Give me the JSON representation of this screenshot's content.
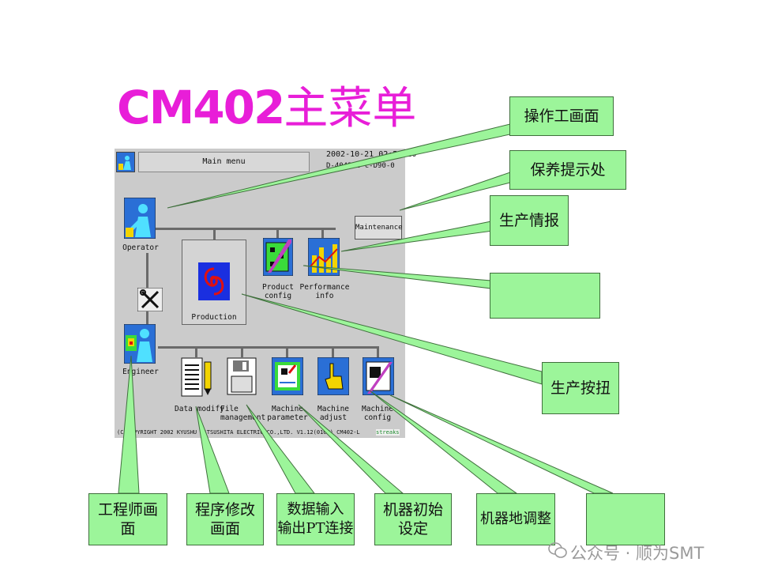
{
  "title": {
    "model": "CM402",
    "suffix": "主菜单"
  },
  "screen": {
    "window_title": "Main menu",
    "datetime": "2002-10-21  02:54:20",
    "machine_id": "D-40424C-c-D90-0",
    "maintenance_label": "Maintenance",
    "icons": {
      "operator": "Operator",
      "engineer": "Engineer",
      "production": "Production",
      "product_config": [
        "Product",
        "config"
      ],
      "performance_info": [
        "Performance",
        "info"
      ],
      "data_modify": "Data modify",
      "file_management": [
        "File",
        "management"
      ],
      "machine_parameter": [
        "Machine",
        "parameter"
      ],
      "machine_adjust": [
        "Machine",
        "adjust"
      ],
      "machine_config": [
        "Machine",
        "config"
      ]
    },
    "footer": "(C)COPYRIGHT 2002 KYUSHU MATSUSHITA ELECTRIC CO.,LTD. V1.12(016E)  CM402-L",
    "footer_tag": "streaks"
  },
  "callouts": {
    "operator_screen": "操作工画面",
    "maintenance_tip": "保养提示处",
    "production_info": "生产情报",
    "blank_1": "",
    "production_button": "生产按扭",
    "engineer_screen": [
      "工程师画",
      "面"
    ],
    "program_modify": [
      "程序修改",
      "画面"
    ],
    "data_io": [
      "数据输入",
      "输出PT连接"
    ],
    "machine_init": [
      "机器初始",
      "设定"
    ],
    "machine_adjust": "机器地调整",
    "blank_2": ""
  },
  "watermark": "公众号 · 顺为SMT",
  "colors": {
    "title": "#e81ed8",
    "callout_fill": "#9cf59a",
    "screen_bg": "#cbcbcb",
    "icon_blue": "#2a6fd6"
  }
}
